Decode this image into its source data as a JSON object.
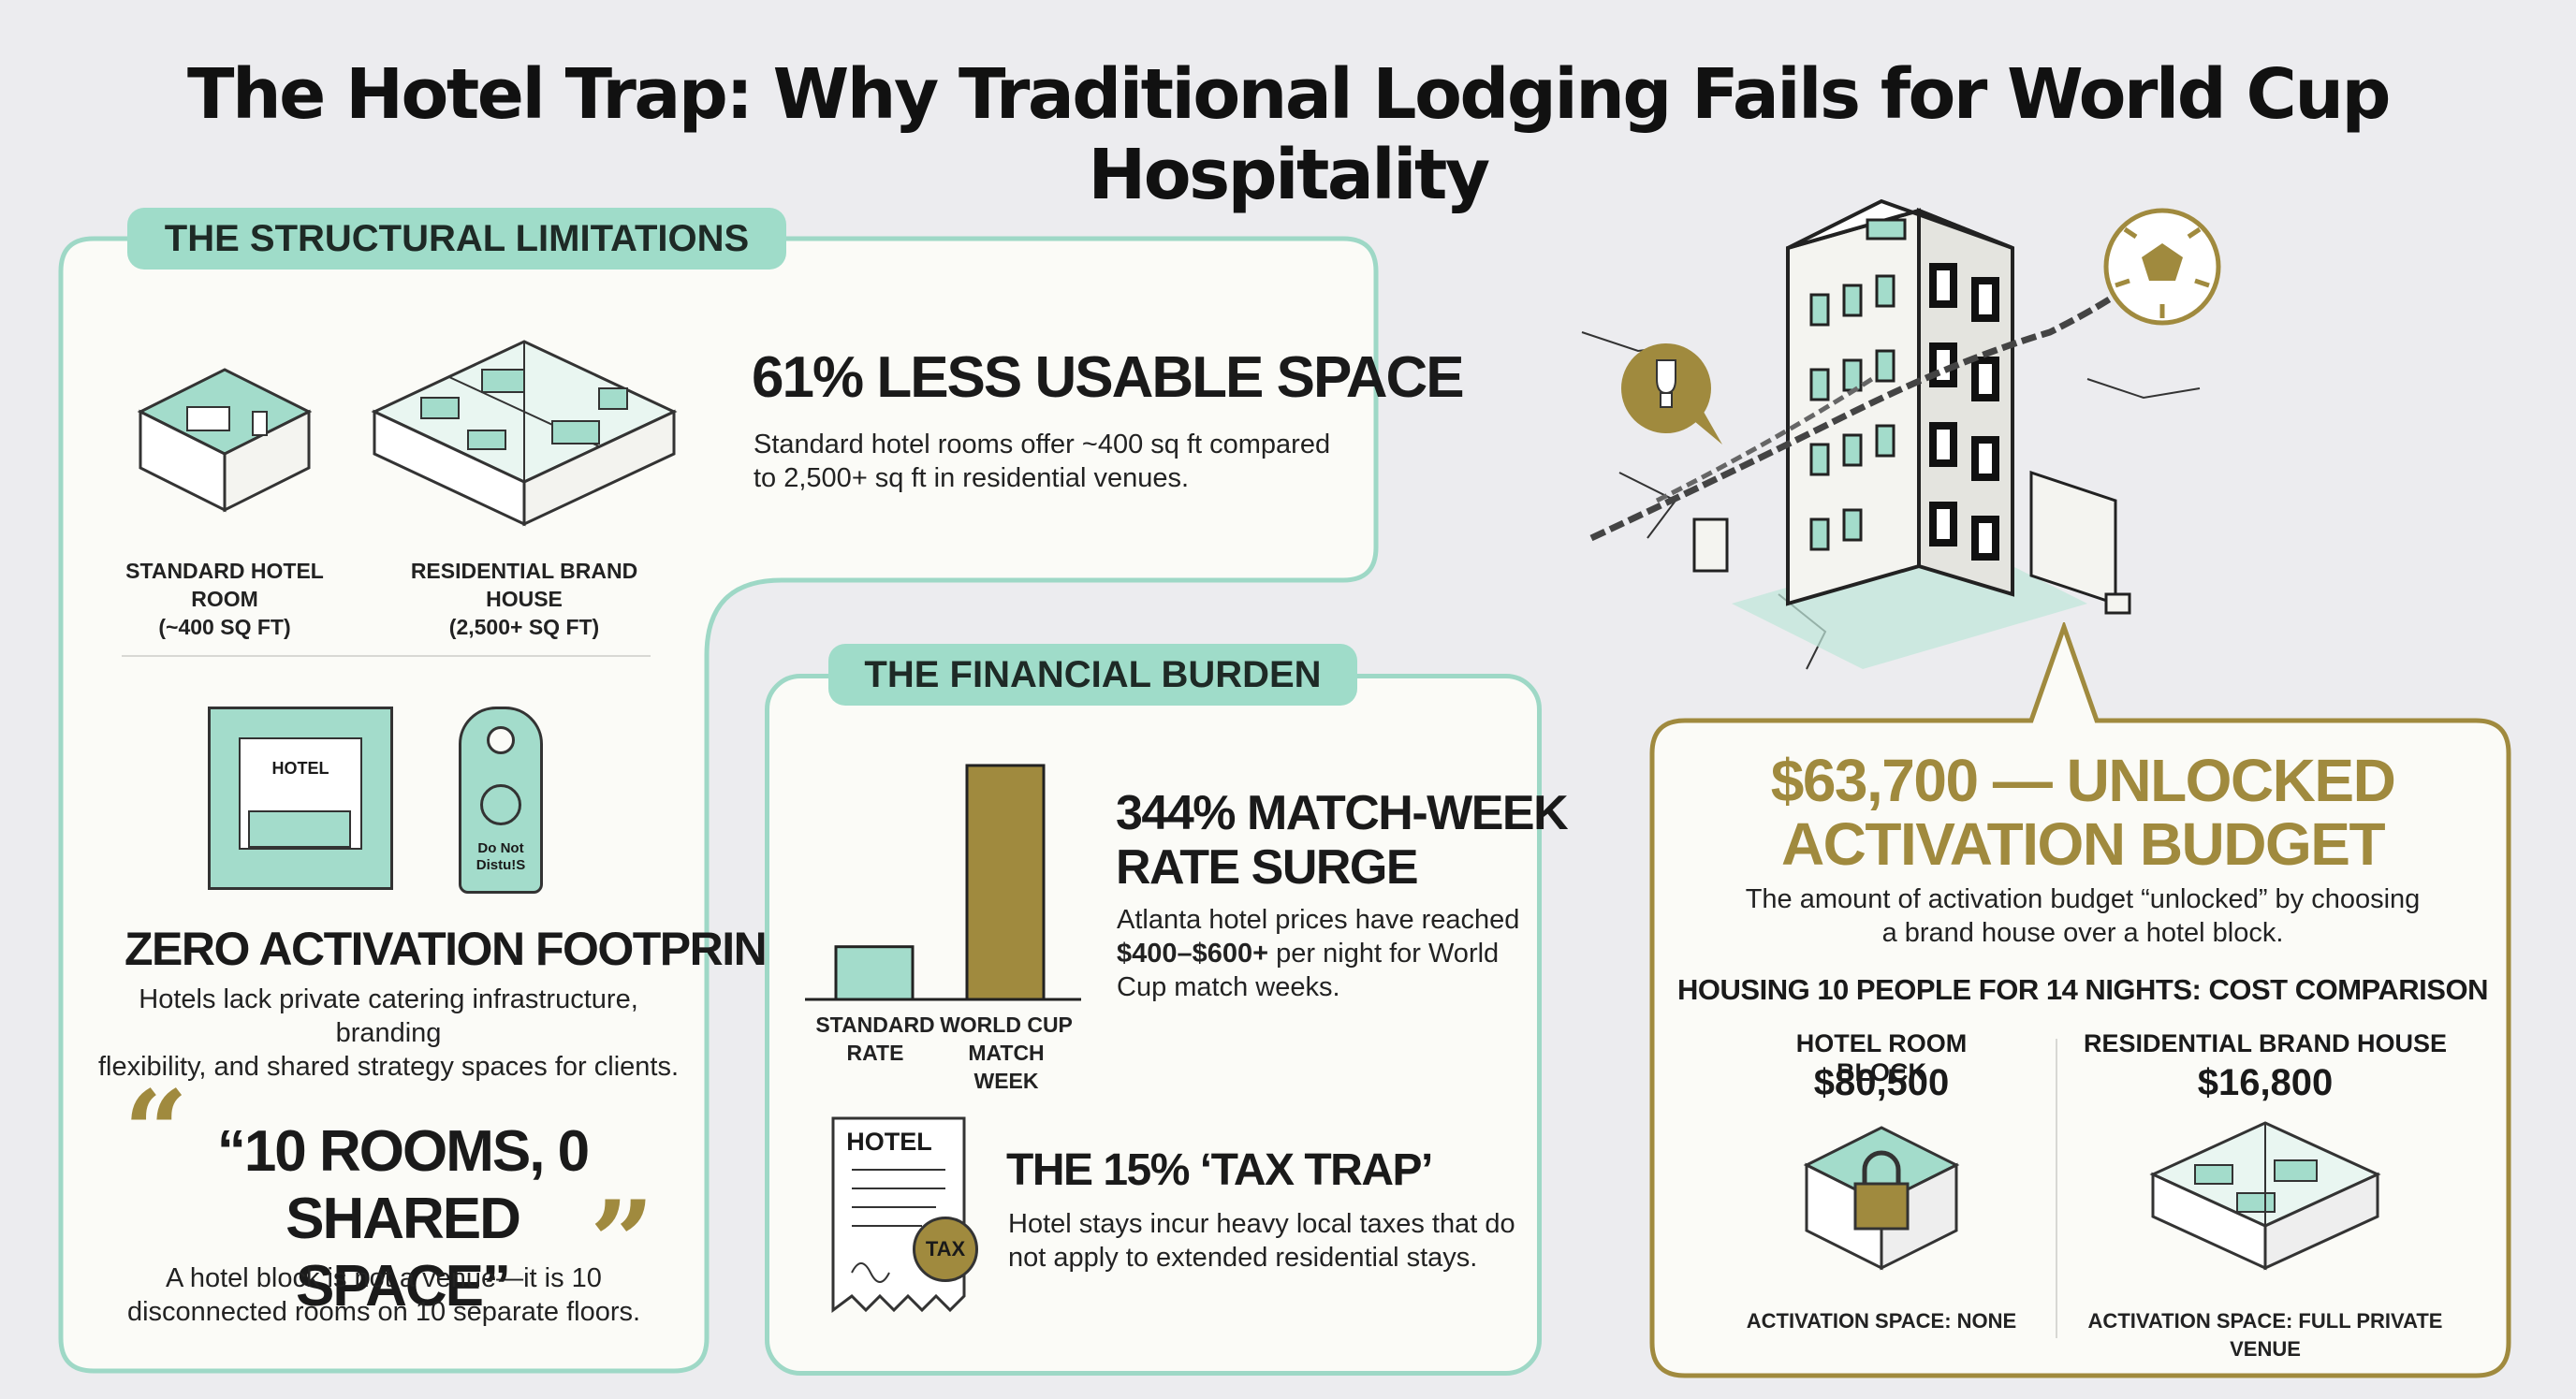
{
  "title": "The Hotel Trap: Why Traditional Lodging Fails for World Cup Hospitality",
  "structural": {
    "tag": "THE STRUCTURAL LIMITATIONS",
    "room_label_1": "STANDARD HOTEL ROOM",
    "room_label_2": "(~400 SQ FT)",
    "house_label_1": "RESIDENTIAL BRAND HOUSE",
    "house_label_2": "(2,500+ SQ FT)",
    "space_headline": "61% LESS USABLE SPACE",
    "space_body_1": "Standard hotel rooms offer ~400 sq ft compared",
    "space_body_2": "to 2,500+ sq ft in residential venues.",
    "lobby_sign": "HOTEL",
    "door_hanger_1": "Do Not",
    "door_hanger_2": "Distu!S",
    "footprint_headline": "ZERO ACTIVATION FOOTPRINT",
    "footprint_body_1": "Hotels lack private catering infrastructure, branding",
    "footprint_body_2": "flexibility, and shared strategy spaces for clients.",
    "quote_line_1": "“10 ROOMS, 0",
    "quote_line_2": "SHARED SPACE”",
    "quote_body_1": "A hotel block is not a venue—it is 10",
    "quote_body_2": "disconnected rooms on 10 separate floors."
  },
  "financial": {
    "tag": "THE FINANCIAL BURDEN",
    "surge_headline_1": "344% MATCH-WEEK",
    "surge_headline_2": "RATE SURGE",
    "surge_body_1": "Atlanta hotel prices have reached",
    "surge_body_2_bold": "$400–$600+",
    "surge_body_2_rest": " per night for World",
    "surge_body_3": "Cup match weeks.",
    "tax_headline": "THE 15% ‘TAX TRAP’",
    "tax_body_1": "Hotel stays incur heavy local taxes that do",
    "tax_body_2": "not apply to extended residential stays.",
    "receipt_title": "HOTEL",
    "tax_seal": "TAX"
  },
  "chart_data": {
    "type": "bar",
    "categories": [
      "STANDARD RATE",
      "WORLD CUP MATCH WEEK"
    ],
    "values": [
      1,
      4.44
    ],
    "title": "",
    "xlabel": "",
    "ylabel": "",
    "colors": [
      "#a3dccb",
      "#a08a3e"
    ]
  },
  "budget": {
    "headline_1": "$63,700 — UNLOCKED",
    "headline_2": "ACTIVATION BUDGET",
    "sub_1": "The amount of activation budget “unlocked” by choosing",
    "sub_2": "a brand house over a hotel block.",
    "comparison_title": "HOUSING 10 PEOPLE FOR 14 NIGHTS: COST COMPARISON",
    "left_label": "HOTEL ROOM BLOCK",
    "left_cost": "$80,500",
    "left_caption": "ACTIVATION SPACE: NONE",
    "right_label": "RESIDENTIAL BRAND HOUSE",
    "right_cost": "$16,800",
    "right_caption": "ACTIVATION SPACE: FULL PRIVATE VENUE"
  },
  "colors": {
    "mint": "#9fdcc9",
    "gold": "#a08a3e",
    "dark": "#1a1a1a"
  },
  "icons": [
    "hotel-room-icon",
    "brand-house-icon",
    "hotel-lobby-icon",
    "do-not-disturb-icon",
    "quote-icon",
    "receipt-icon",
    "crumbling-hotel-illustration",
    "trophy-icon",
    "soccer-ball-icon",
    "padlock-room-icon",
    "open-house-icon"
  ]
}
